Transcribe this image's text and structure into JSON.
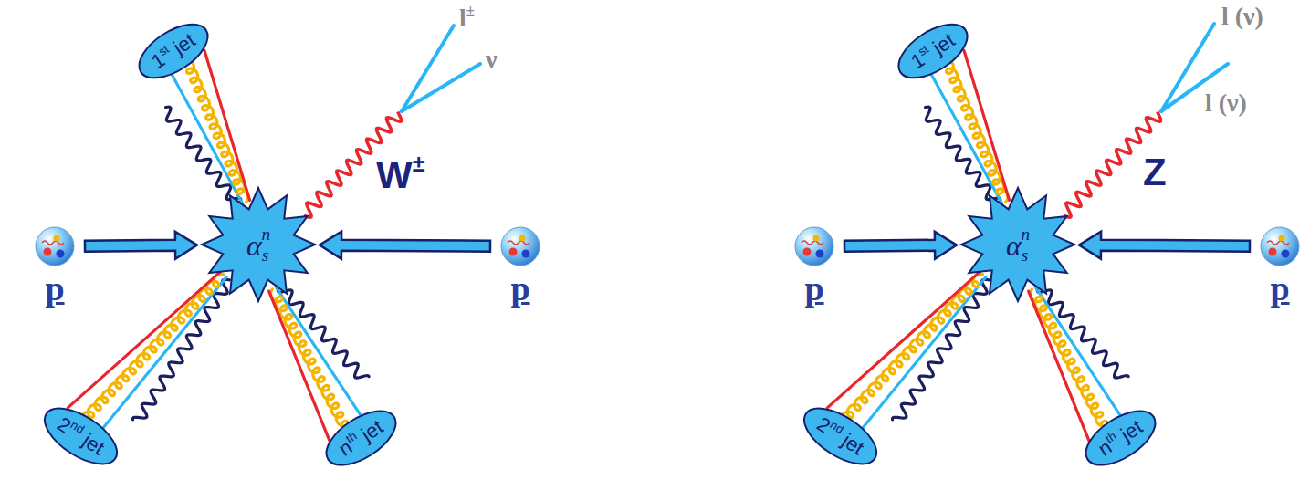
{
  "diagram": {
    "nodes": [
      {
        "text": [
          "1st jet"
        ]
      },
      {
        "text": [
          "p"
        ]
      },
      {
        "text": [
          "αsn"
        ]
      },
      {
        "text": [
          "p"
        ]
      },
      {
        "text": [
          "2nd jet"
        ]
      },
      {
        "text": [
          "nth jet"
        ]
      },
      {
        "text": [
          "1st jet"
        ]
      },
      {
        "text": [
          "p"
        ]
      },
      {
        "text": [
          "αsn"
        ]
      },
      {
        "text": [
          "p"
        ]
      },
      {
        "text": [
          "2nd jet"
        ]
      },
      {
        "text": [
          "nth jet"
        ]
      }
    ],
    "edges": [
      {
        "from": 1,
        "to": 2,
        "arrow": "to"
      },
      {
        "from": 3,
        "to": 2,
        "arrow": "to"
      },
      {
        "from": 7,
        "to": 8,
        "arrow": "to"
      },
      {
        "from": 9,
        "to": 8,
        "arrow": "to"
      }
    ],
    "labels": [
      "l±",
      "ν",
      "W±",
      "l (ν)",
      "l (ν)",
      "Z"
    ]
  }
}
